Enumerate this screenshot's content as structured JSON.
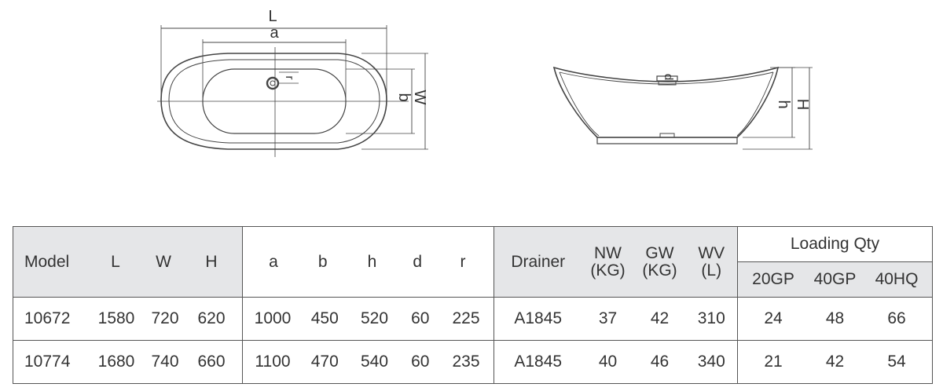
{
  "diagram": {
    "top_view_labels": {
      "L": "L",
      "a": "a",
      "r": "r",
      "b": "b",
      "W": "W"
    },
    "side_view_labels": {
      "d": "d",
      "h": "h",
      "H": "H"
    }
  },
  "table": {
    "headers": {
      "group1": [
        "Model",
        "L",
        "W",
        "H"
      ],
      "group2": [
        "a",
        "b",
        "h",
        "d",
        "r"
      ],
      "drainer": "Drainer",
      "nw": [
        "NW",
        "(KG)"
      ],
      "gw": [
        "GW",
        "(KG)"
      ],
      "wv": [
        "WV",
        "(L)"
      ],
      "loading": "Loading Qty",
      "loading_sub": [
        "20GP",
        "40GP",
        "40HQ"
      ]
    },
    "rows": [
      {
        "group1": [
          "10672",
          "1580",
          "720",
          "620"
        ],
        "group2": [
          "1000",
          "450",
          "520",
          "60",
          "225"
        ],
        "drainer": "A1845",
        "nw": "37",
        "gw": "42",
        "wv": "310",
        "loading": [
          "24",
          "48",
          "66"
        ]
      },
      {
        "group1": [
          "10774",
          "1680",
          "740",
          "660"
        ],
        "group2": [
          "1100",
          "470",
          "540",
          "60",
          "235"
        ],
        "drainer": "A1845",
        "nw": "40",
        "gw": "46",
        "wv": "340",
        "loading": [
          "21",
          "42",
          "54"
        ]
      }
    ]
  },
  "colors": {
    "header_gray": "#e5e6e8",
    "line": "#555555"
  }
}
